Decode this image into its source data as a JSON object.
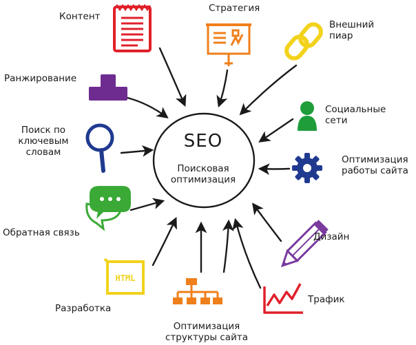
{
  "center": {
    "title": "SEO",
    "subtitle": "Поисковая\nоптимизация"
  },
  "nodes": {
    "content": {
      "label": "Контент",
      "icon": "document-icon",
      "color": "#e0202a"
    },
    "strategy": {
      "label": "Стратегия",
      "icon": "presentation-board-icon",
      "color": "#ef7f1a"
    },
    "external_pr": {
      "label": "Внешний\nпиар",
      "icon": "chain-link-icon",
      "color": "#f2d21b"
    },
    "ranking": {
      "label": "Ранжирование",
      "icon": "podium-icon",
      "color": "#6e2c91"
    },
    "social": {
      "label": "Социальные\nсети",
      "icon": "person-icon",
      "color": "#1f9d3a"
    },
    "keyword_search": {
      "label": "Поиск по\nключевым\nсловам",
      "icon": "magnifier-icon",
      "color": "#1f3a8f"
    },
    "site_optimization": {
      "label": "Оптимизация\nработы сайта",
      "icon": "gear-icon",
      "color": "#1f3a8f"
    },
    "feedback": {
      "label": "Обратная связь",
      "icon": "chat-bubbles-icon",
      "color": "#3aa935"
    },
    "design": {
      "label": "Дизайн",
      "icon": "pencil-icon",
      "color": "#7a3a9e"
    },
    "development": {
      "label": "Разработка",
      "icon": "html-tag-icon",
      "html_text": "HTML",
      "color": "#f2d21b"
    },
    "structure": {
      "label": "Оптимизация\nструктуры сайта",
      "icon": "hierarchy-icon",
      "color": "#ef7f1a"
    },
    "traffic": {
      "label": "Трафик",
      "icon": "line-graph-icon",
      "color": "#e0202a"
    }
  }
}
